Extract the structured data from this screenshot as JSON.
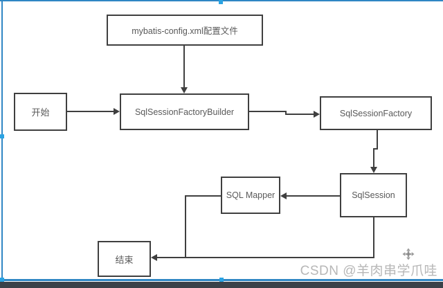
{
  "diagram": {
    "nodes": {
      "config": {
        "label": "mybatis-config.xml配置文件"
      },
      "start": {
        "label": "开始"
      },
      "builder": {
        "label": "SqlSessionFactoryBuilder"
      },
      "factory": {
        "label": "SqlSessionFactory"
      },
      "session": {
        "label": "SqlSession"
      },
      "mapper": {
        "label": "SQL Mapper"
      },
      "end": {
        "label": "结束"
      }
    },
    "edges": [
      {
        "from": "config",
        "to": "builder"
      },
      {
        "from": "start",
        "to": "builder"
      },
      {
        "from": "builder",
        "to": "factory"
      },
      {
        "from": "factory",
        "to": "session"
      },
      {
        "from": "session",
        "to": "mapper"
      },
      {
        "from": "mapper",
        "to": "end"
      },
      {
        "from": "session",
        "to": "end"
      }
    ]
  },
  "watermark": {
    "text": "CSDN @羊肉串学爪哇"
  },
  "icons": {
    "move": "move-icon"
  },
  "colors": {
    "selection_line": "#2f86c4",
    "selection_handle": "#2aa3e3",
    "box_border": "#3f3f3f",
    "box_text": "#595959",
    "connector": "#3f3f3f",
    "watermark_text": "#b7b7b7",
    "bottom_bar": "#3a4149",
    "canvas": "#ffffff"
  }
}
